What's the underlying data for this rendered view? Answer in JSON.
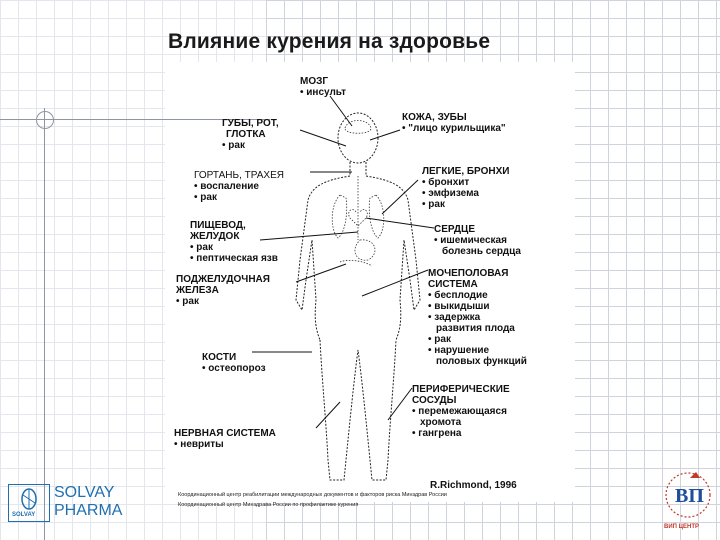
{
  "title": "Влияние курения на здоровье",
  "labels": {
    "brain": {
      "heading": "МОЗГ",
      "items": [
        "• инсульт"
      ]
    },
    "lips": {
      "heading_lines": [
        "ГУБЫ, РОТ,",
        "ГЛОТКА"
      ],
      "items": [
        "• рак"
      ]
    },
    "skin": {
      "heading": "КОЖА, ЗУБЫ",
      "items": [
        "• \"лицо курильщика\""
      ]
    },
    "larynx": {
      "heading": "ГОРТАНЬ, ТРАХЕЯ",
      "items": [
        "• воспаление",
        "• рак"
      ]
    },
    "lungs": {
      "heading": "ЛЕГКИЕ, БРОНХИ",
      "items": [
        "• бронхит",
        "• эмфизема",
        "• рак"
      ]
    },
    "esophagus": {
      "heading_lines": [
        "ПИЩЕВОД,",
        "ЖЕЛУДОК"
      ],
      "items": [
        "• рак",
        "• пептическая язв"
      ]
    },
    "heart": {
      "heading": "СЕРДЦЕ",
      "items": [
        "• ишемическая",
        "болезнь сердца"
      ]
    },
    "pancreas": {
      "heading_lines": [
        "ПОДЖЕЛУДОЧНАЯ",
        "ЖЕЛЕЗА"
      ],
      "items": [
        "• рак"
      ]
    },
    "urogenital": {
      "heading_lines": [
        "МОЧЕПОЛОВАЯ",
        "СИСТЕМА"
      ],
      "items": [
        "• бесплодие",
        "• выкидыши",
        "• задержка",
        "развития плода",
        "• рак",
        "• нарушение",
        "половых функций"
      ]
    },
    "bones": {
      "heading": "КОСТИ",
      "items": [
        "• остеопороз"
      ]
    },
    "vessels": {
      "heading_lines": [
        "ПЕРИФЕРИЧЕСКИЕ",
        "СОСУДЫ"
      ],
      "items": [
        "• перемежающаяся",
        "хромота",
        "• гангрена"
      ]
    },
    "nerves": {
      "heading": "НЕРВНАЯ СИСТЕМА",
      "items": [
        "• невриты"
      ]
    }
  },
  "citation": "R.Richmond, 1996",
  "footer": [
    "Координационный центр  реабилитации международных документов и факторов риска Минздрав России",
    "Координационный центр Минздрава России по профилактике курения"
  ],
  "logo_left": {
    "line1": "SOLVAY",
    "line2": "PHARMA",
    "small": "SOLVAY"
  },
  "logo_right": {
    "sub": "ВИП ЦЕНТР"
  },
  "colors": {
    "solvay_blue": "#1f6fb0",
    "grid": "#cfd3dc",
    "vp_red": "#c0392b",
    "vp_blue": "#1f4f9c"
  }
}
